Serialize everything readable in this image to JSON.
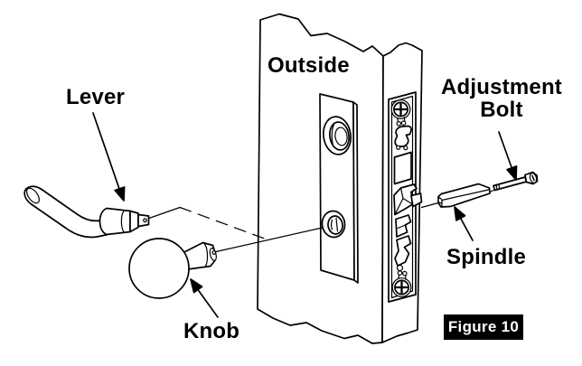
{
  "figure": {
    "type": "exploded-assembly-diagram",
    "subject": "mortise-lock-handle-assembly",
    "title_badge": "Figure 10",
    "labels": {
      "lever": "Lever",
      "knob": "Knob",
      "outside": "Outside",
      "adjustment_bolt": "Adjustment Bolt",
      "spindle": "Spindle"
    },
    "colors": {
      "line": "#000000",
      "background": "#ffffff",
      "badge_background": "#000000",
      "badge_text": "#ffffff"
    }
  }
}
